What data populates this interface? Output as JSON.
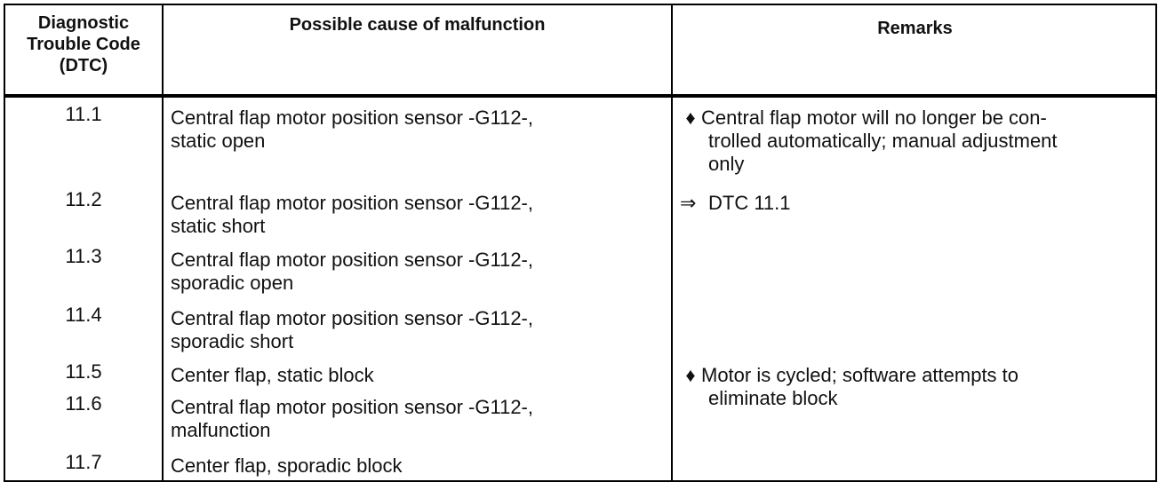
{
  "table": {
    "headers": {
      "dtc_line1": "Diagnostic",
      "dtc_line2": "Trouble Code",
      "dtc_line3": "(DTC)",
      "cause": "Possible cause of malfunction",
      "remarks": "Remarks"
    },
    "rows": [
      {
        "code": "11.1",
        "cause_l1": "Central flap motor position sensor -G112-,",
        "cause_l2": "static open"
      },
      {
        "code": "11.2",
        "cause_l1": "Central flap motor position sensor -G112-,",
        "cause_l2": "static short"
      },
      {
        "code": "11.3",
        "cause_l1": "Central flap motor position sensor -G112-,",
        "cause_l2": "sporadic open"
      },
      {
        "code": "11.4",
        "cause_l1": "Central flap motor position sensor -G112-,",
        "cause_l2": "sporadic short"
      },
      {
        "code": "11.5",
        "cause_l1": "Center flap, static block",
        "cause_l2": ""
      },
      {
        "code": "11.6",
        "cause_l1": "Central flap motor position sensor -G112-,",
        "cause_l2": "malfunction"
      },
      {
        "code": "11.7",
        "cause_l1": "Center flap, sporadic block",
        "cause_l2": ""
      }
    ],
    "remarks": {
      "r1_bullet": "♦",
      "r1_l1": "Central flap motor will no longer be con-",
      "r1_l2": "trolled automatically;  manual adjustment",
      "r1_l3": "only",
      "r2_arrow": "⇒",
      "r2_text": "DTC 11.1",
      "r3_bullet": "♦",
      "r3_l1": "Motor is cycled;  software attempts to",
      "r3_l2": "eliminate block"
    }
  }
}
